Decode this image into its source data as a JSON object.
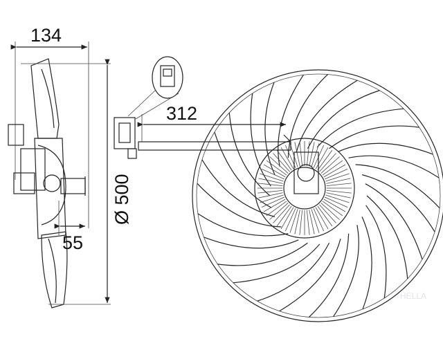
{
  "dimensions": {
    "depth_total": "134",
    "depth_hub": "55",
    "diameter": "Ø 500",
    "connector_distance": "312"
  },
  "watermark": {
    "text": "HELLA",
    "color": "#e8e8ec"
  },
  "drawing": {
    "blade_count": 14,
    "line_color": "#222222"
  }
}
